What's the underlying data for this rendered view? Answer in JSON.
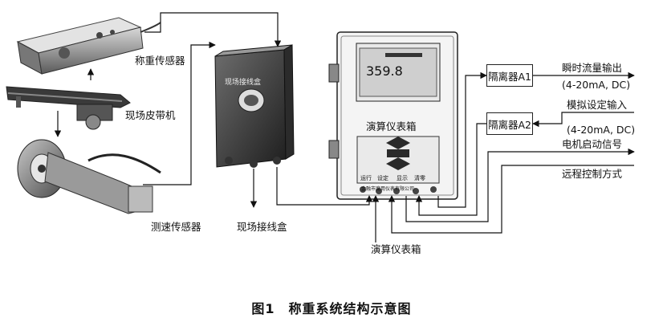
{
  "diagram": {
    "labels": {
      "weighing_sensor": "称重传感器",
      "conveyor": "现场皮带机",
      "speed_sensor": "测速传感器",
      "junction_box": "现场接线盒",
      "junction_box_plate": "现场接线盒",
      "calc_instrument": "演算仪表箱",
      "calc_instrument_bottom": "演算仪表箱",
      "display_value": "359.8",
      "isolator_a1": "隔离器A1",
      "isolator_a2": "隔离器A2",
      "flow_output": "瞬时流量输出",
      "flow_output_range": "(4-20mA, DC)",
      "analog_input": "模拟设定输入",
      "analog_input_range": "(4-20mA, DC)",
      "motor_signal": "电机启动信号",
      "remote_control": "远程控制方式"
    },
    "panel_buttons": [
      "运行",
      "设定",
      "显示",
      "清零"
    ],
    "panel_brand": "金融市度用仪表有限公司"
  },
  "figure": {
    "caption": "图1　称重系统结构示意图"
  }
}
